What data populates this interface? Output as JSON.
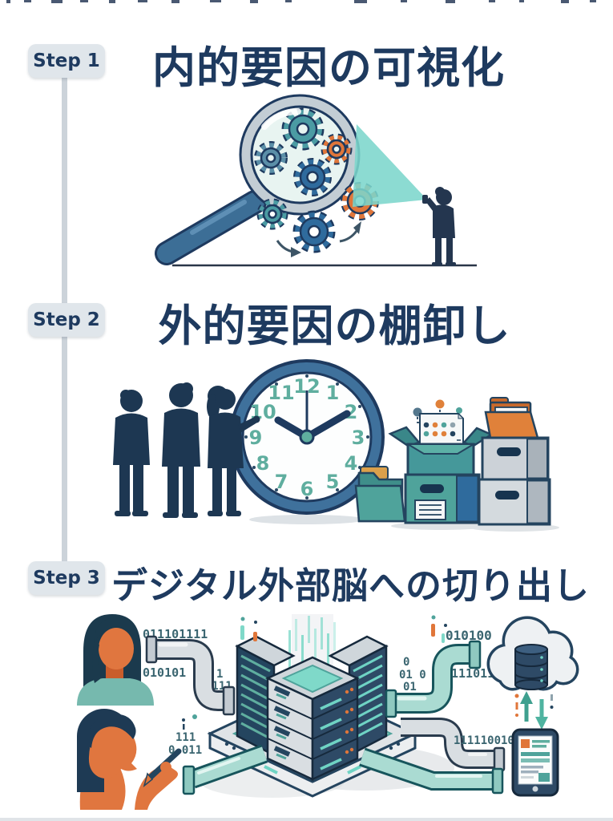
{
  "steps": [
    {
      "badge": "Step 1",
      "title": "内的要因の可視化"
    },
    {
      "badge": "Step 2",
      "title": "外的要因の棚卸し"
    },
    {
      "badge": "Step 3",
      "title": "デジタル外部脳への切り出し"
    }
  ],
  "clock": {
    "numbers": [
      "12",
      "1",
      "2",
      "3",
      "4",
      "5",
      "6",
      "7",
      "8",
      "9",
      "10",
      "11"
    ]
  },
  "binary": {
    "woman_top": "011101111",
    "woman_bottom": "010101",
    "mid_line1": "1",
    "mid_line2": "0111",
    "man_line1": "111",
    "man_line2": "0 011",
    "right_line1": "0",
    "right_line2": "01 0",
    "right_line3": "01",
    "cloud_pipe_top": "010100",
    "cloud_pipe_bottom": "111011",
    "tablet_pipe": "111110010"
  },
  "colors": {
    "title_navy": "#1e3a5f",
    "badge_bg": "#e0e6eb",
    "navy": "#24455f",
    "blue": "#2f6b9d",
    "teal": "#4fa39b",
    "light_teal": "#7fd9c9",
    "orange": "#e0763a",
    "beam": "#7cd6cc",
    "connector_gray": "#ccd3da"
  }
}
